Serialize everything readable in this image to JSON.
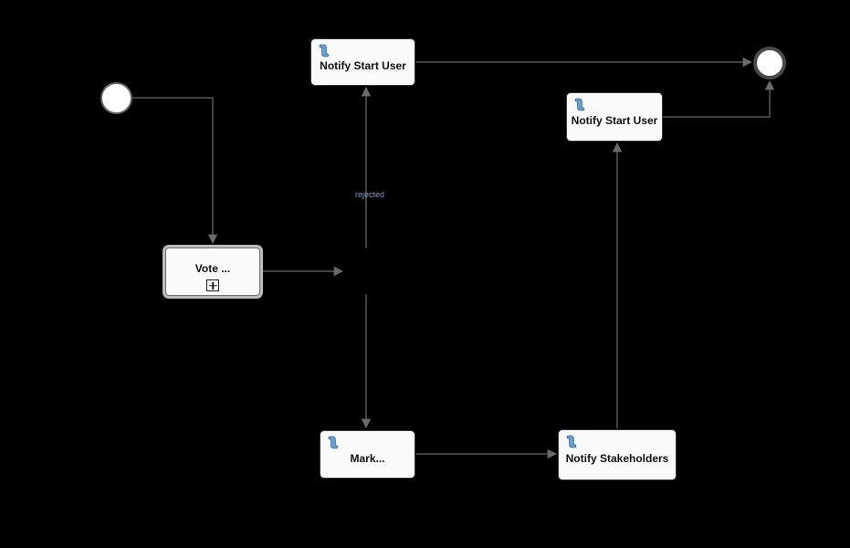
{
  "diagram": {
    "type": "bpmn-process",
    "background_color": "#000000",
    "connector_color": "#666666",
    "colors": {
      "task_fill": "#fafafa",
      "task_border": "#373737",
      "script_icon_blue": "#6ba0cf",
      "flow_label_blue": "#7d9dc7"
    },
    "nodes": {
      "start_event": {
        "type": "start-event"
      },
      "notify_start_user_top": {
        "label": "Notify Start User",
        "icon": "script-icon"
      },
      "notify_start_user_right": {
        "label": "Notify Start User",
        "icon": "script-icon"
      },
      "vote": {
        "label": "Vote ...",
        "marker": "collapsed-subprocess-plus"
      },
      "mark": {
        "label": "Mark...",
        "icon": "script-icon"
      },
      "notify_stakeholders": {
        "label": "Notify Stakeholders",
        "icon": "script-icon"
      },
      "gateway": {
        "type": "exclusive-gateway"
      },
      "end_event": {
        "type": "end-event"
      }
    },
    "flow_labels": {
      "rejected": "rejected"
    }
  }
}
